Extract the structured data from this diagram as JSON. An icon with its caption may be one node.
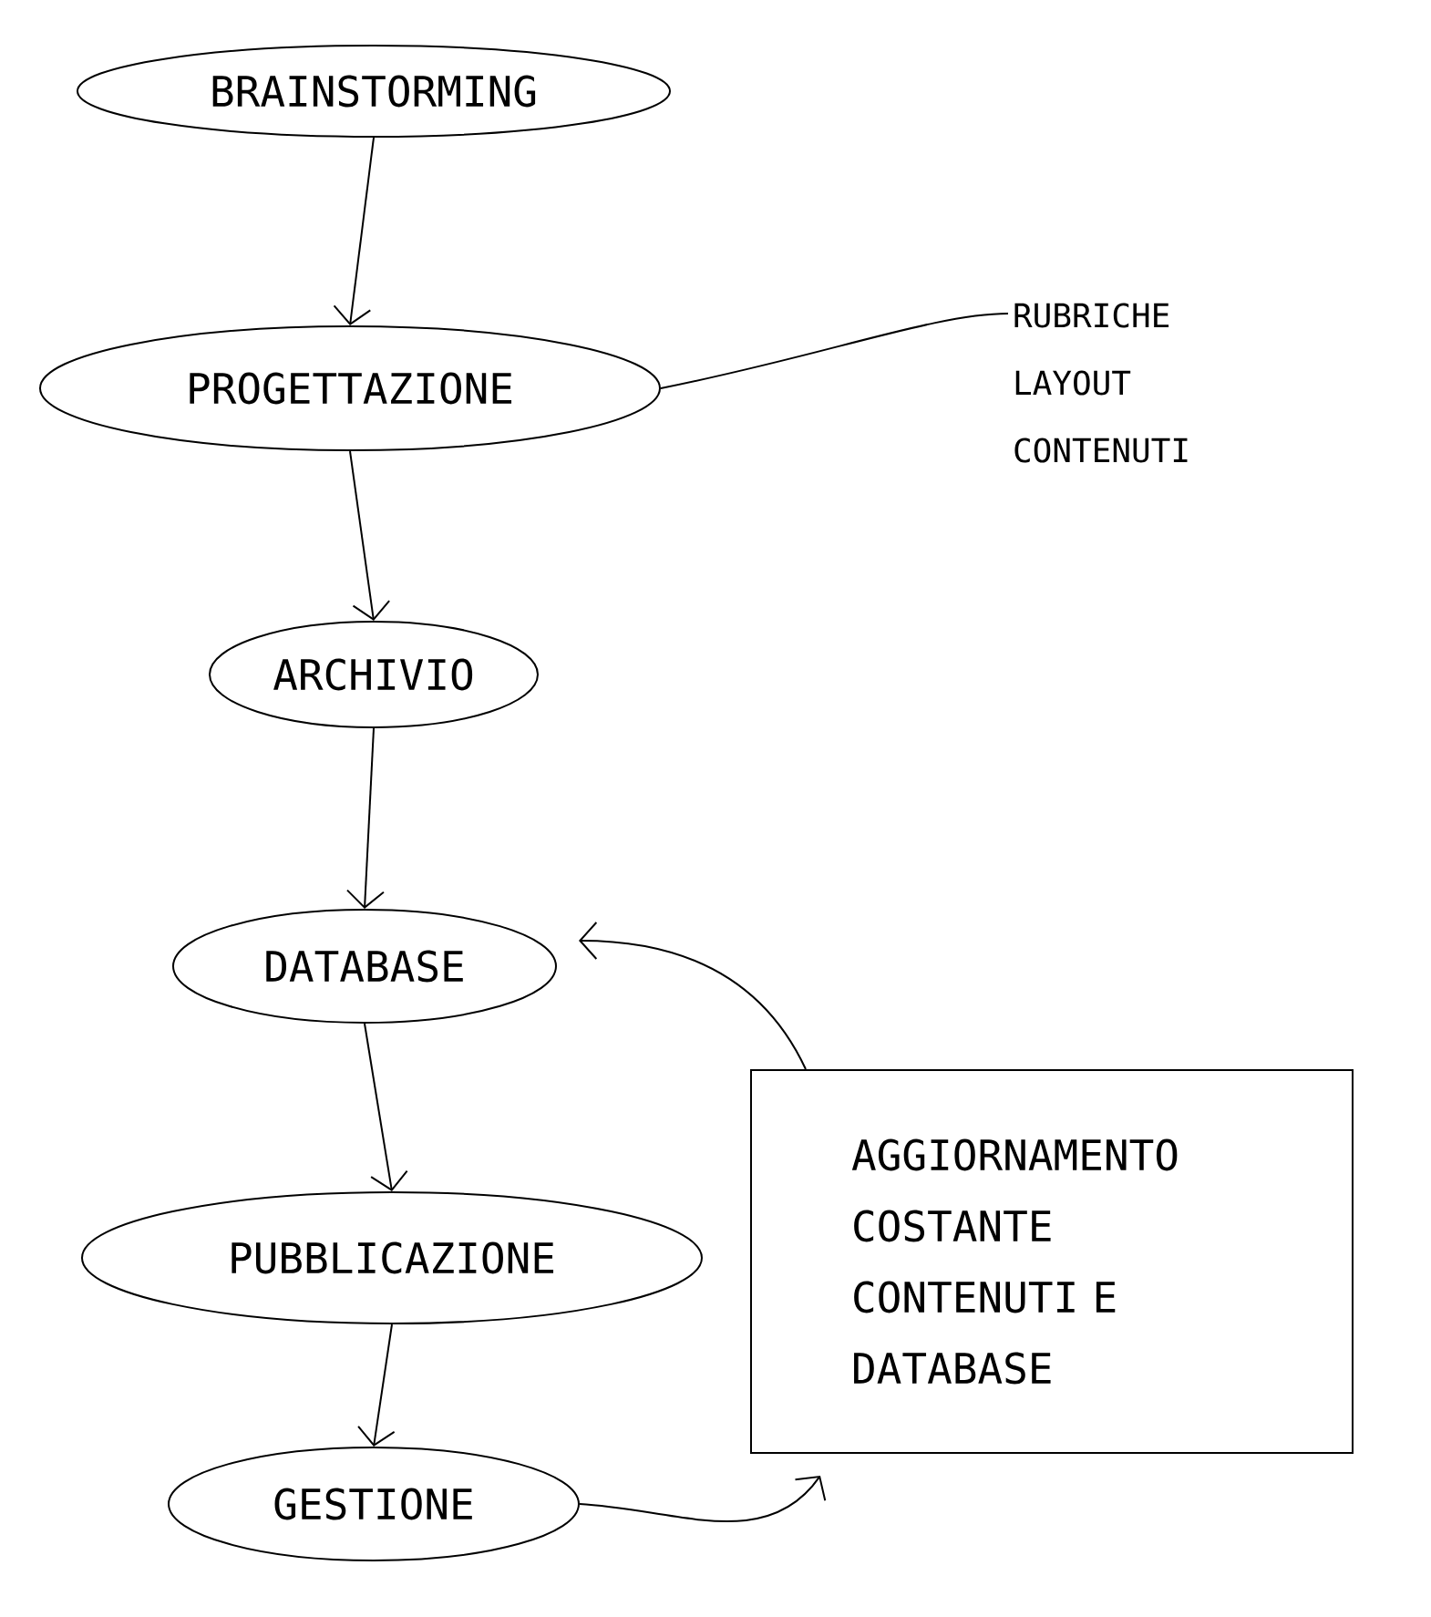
{
  "diagram": {
    "nodes": [
      {
        "text": [
          "BRAINSTORMING"
        ]
      },
      {
        "text": [
          "PROGETTAZIONE"
        ]
      },
      {
        "text": [
          "ARCHIVIO"
        ]
      },
      {
        "text": [
          "DATABASE"
        ]
      },
      {
        "text": [
          "PUBBLICAZIONE"
        ]
      },
      {
        "text": [
          "GESTIONE"
        ]
      },
      {
        "text": [
          "AGGIORNAMENTO COSTANTE CONTENUTI E DATABASE"
        ]
      },
      {
        "text": [
          "RUBRICHE",
          "LAYOUT",
          "CONTENUTI"
        ]
      }
    ],
    "edges": [
      {
        "from": 0,
        "to": 1,
        "arrow": "to"
      },
      {
        "from": 1,
        "to": 2,
        "arrow": "to"
      },
      {
        "from": 2,
        "to": 3,
        "arrow": "to"
      },
      {
        "from": 3,
        "to": 4,
        "arrow": "to"
      },
      {
        "from": 4,
        "to": 5,
        "arrow": "to"
      },
      {
        "from": 5,
        "to": 6,
        "arrow": "to"
      },
      {
        "from": 6,
        "to": 3,
        "arrow": "to"
      },
      {
        "from": 1,
        "to": 7,
        "arrow": "none"
      }
    ]
  }
}
